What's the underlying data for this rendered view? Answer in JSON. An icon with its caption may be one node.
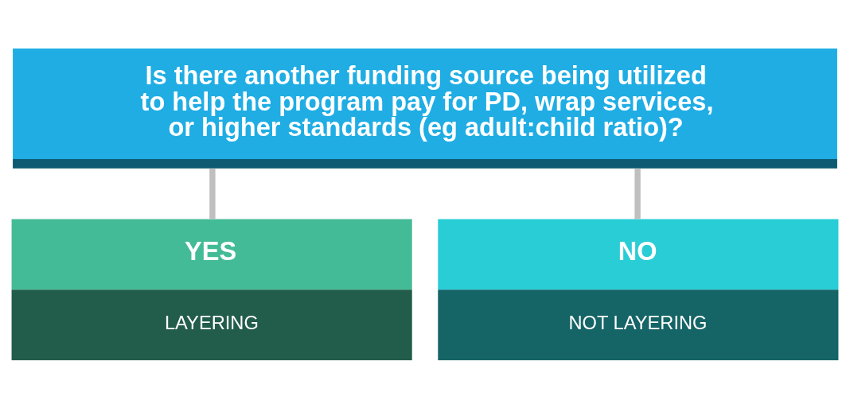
{
  "diagram": {
    "nodes": [
      {
        "text": [
          "Is there another funding source being utilized to help the program pay for PD, wrap services, or higher standards (eg adult:child ratio)?"
        ]
      },
      {
        "text": [
          "YES",
          "LAYERING"
        ]
      },
      {
        "text": [
          "NO",
          "NOT LAYERING"
        ]
      }
    ],
    "edges": [
      {
        "from": 0,
        "to": 1,
        "arrow": "none"
      },
      {
        "from": 0,
        "to": 2,
        "arrow": "none"
      }
    ]
  }
}
